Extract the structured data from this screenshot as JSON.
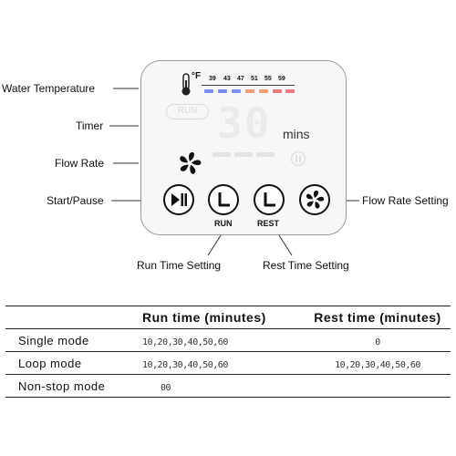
{
  "callouts": {
    "water_temperature": "Water Temperature",
    "timer": "Timer",
    "flow_rate": "Flow Rate",
    "start_pause": "Start/Pause",
    "flow_rate_setting": "Flow Rate Setting",
    "run_time_setting": "Run Time Setting",
    "rest_time_setting": "Rest Time Setting"
  },
  "panel": {
    "temp_unit": "°F",
    "temp_scale": [
      "39",
      "43",
      "47",
      "51",
      "55",
      "59"
    ],
    "temp_bar_colors": [
      "#7b8df2",
      "#7b8df2",
      "#7b8df2",
      "#f0a070",
      "#f0a070",
      "#f07a80"
    ],
    "run_badge": "RUN",
    "timer_value": "30",
    "timer_unit": "mins",
    "buttons": {
      "run_label": "RUN",
      "rest_label": "REST"
    }
  },
  "table": {
    "headers": [
      "",
      "Run  time (minutes)",
      "Rest  time (minutes)"
    ],
    "rows": [
      {
        "mode": "Single mode",
        "run": "10,20,30,40,50,60",
        "rest": "0"
      },
      {
        "mode": "Loop mode",
        "run": "10,20,30,40,50,60",
        "rest": "10,20,30,40,50,60"
      },
      {
        "mode": "Non-stop mode",
        "run": "00",
        "rest": ""
      }
    ]
  }
}
